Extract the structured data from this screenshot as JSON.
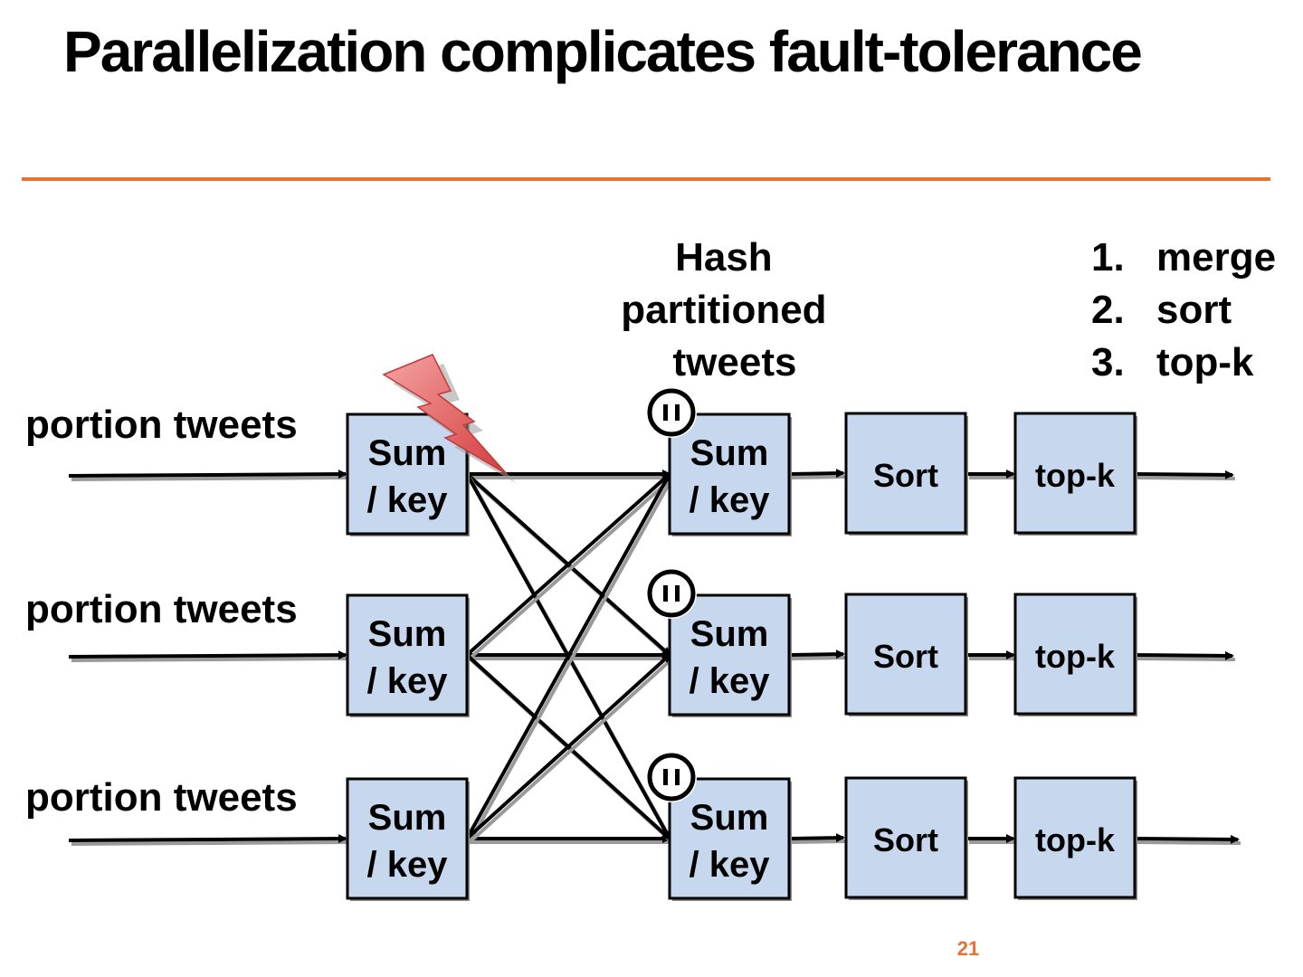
{
  "slide": {
    "title": "Parallelization complicates fault-tolerance",
    "page_number": "21",
    "accent_color": "#e97132"
  },
  "diagram": {
    "hash_label": [
      "Hash",
      "partitioned",
      "tweets"
    ],
    "steps": [
      {
        "number": "1.",
        "text": "merge"
      },
      {
        "number": "2.",
        "text": "sort"
      },
      {
        "number": "3.",
        "text": "top-k"
      }
    ],
    "input_label": "portion tweets",
    "sum_label": [
      "Sum",
      "/ key"
    ],
    "sort_label": "Sort",
    "topk_label": "top-k",
    "box_fill": "#c6d7ee",
    "failure_icon": "lightning-bolt-icon",
    "barrier_icon": "pause-icon",
    "rows": 3
  }
}
